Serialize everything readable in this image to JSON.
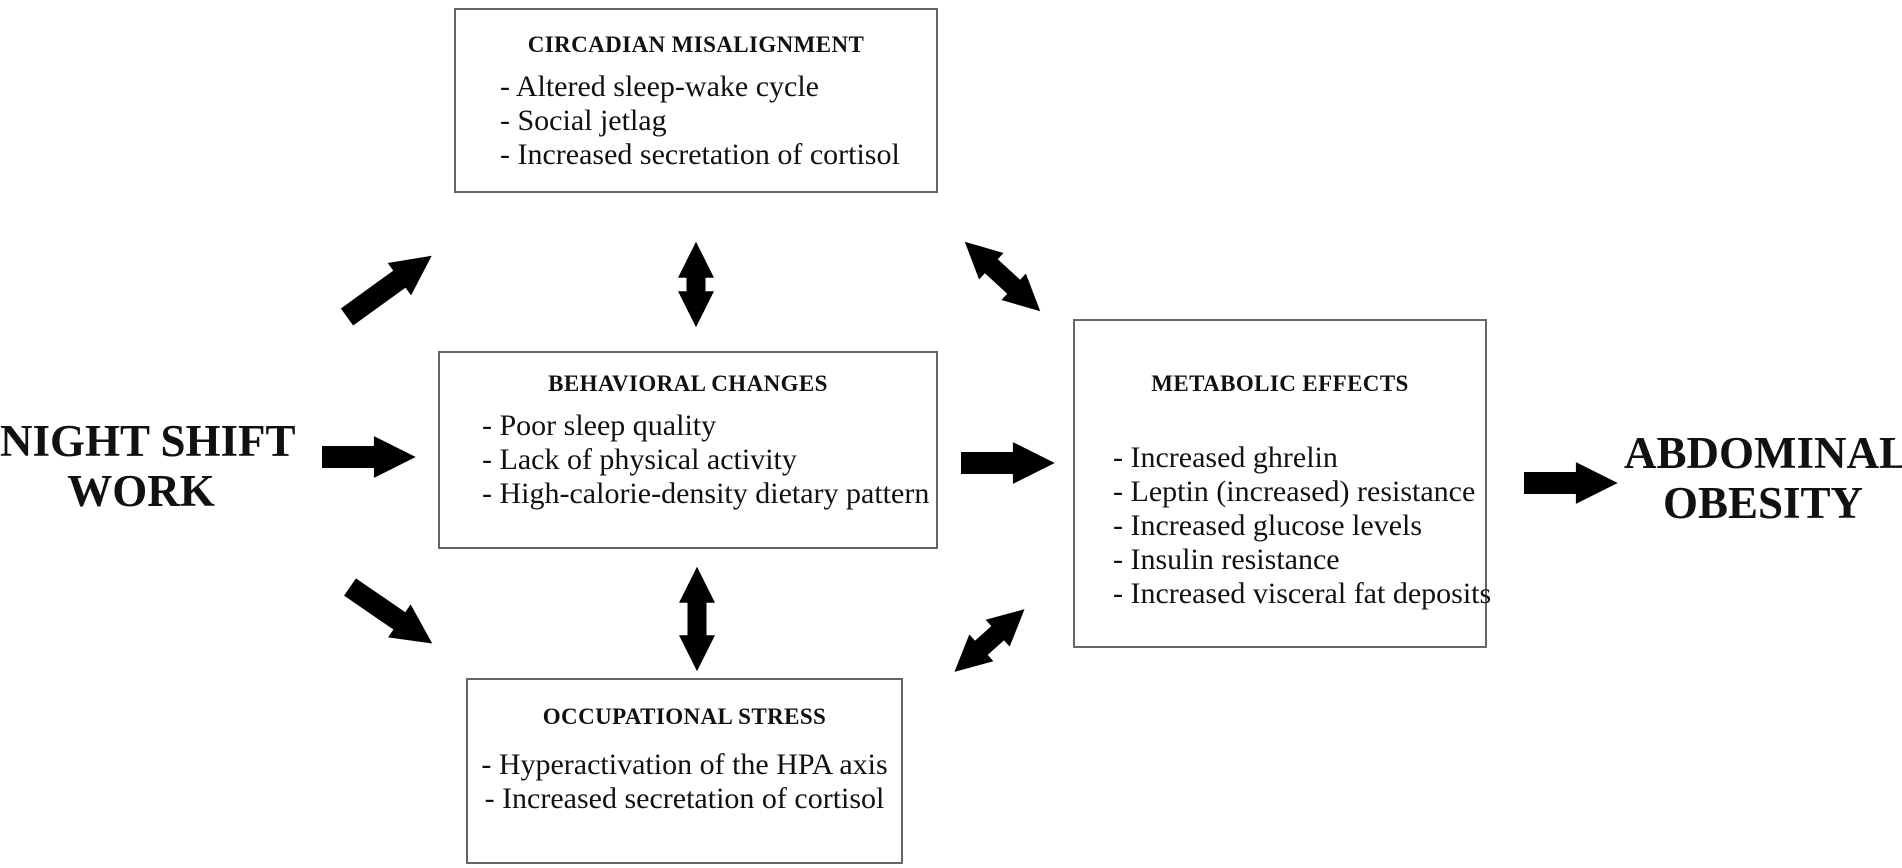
{
  "diagram": {
    "source": {
      "line1": "NIGHT SHIFT",
      "line2": "WORK"
    },
    "outcome": {
      "line1": "ABDOMINAL",
      "line2": "OBESITY"
    },
    "boxes": [
      {
        "id": "circadian-misalignment",
        "title": "CIRCADIAN MISALIGNMENT",
        "items": [
          "- Altered sleep-wake cycle",
          "- Social jetlag",
          "- Increased secretation of cortisol"
        ]
      },
      {
        "id": "behavioral-changes",
        "title": "BEHAVIORAL CHANGES",
        "items": [
          "- Poor sleep quality",
          "- Lack of physical activity",
          "- High-calorie-density dietary pattern"
        ]
      },
      {
        "id": "occupational-stress",
        "title": "OCCUPATIONAL STRESS",
        "items": [
          "- Hyperactivation of the HPA axis",
          "- Increased secretation of cortisol"
        ]
      },
      {
        "id": "metabolic-effects",
        "title": "METABOLIC EFFECTS",
        "items": [
          "- Increased ghrelin",
          "- Leptin (increased) resistance",
          "- Increased glucose levels",
          "- Insulin resistance",
          "- Increased visceral fat deposits"
        ]
      }
    ],
    "colors": {
      "arrow": "#000000",
      "box_border": "#666666",
      "text": "#111111",
      "background": "#ffffff"
    }
  }
}
